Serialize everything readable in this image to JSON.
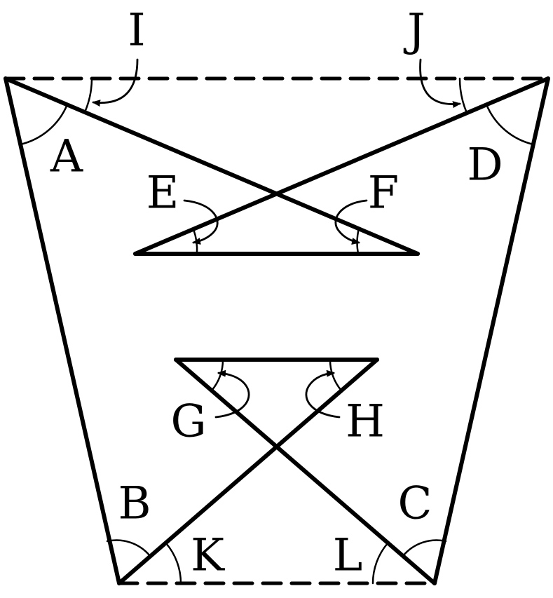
{
  "colors": {
    "stroke": "#000000",
    "label": "#000000",
    "background": "#ffffff"
  },
  "labels": {
    "I": "I",
    "J": "J",
    "A": "A",
    "D": "D",
    "E": "E",
    "F": "F",
    "G": "G",
    "H": "H",
    "B": "B",
    "C": "C",
    "K": "K",
    "L": "L"
  }
}
